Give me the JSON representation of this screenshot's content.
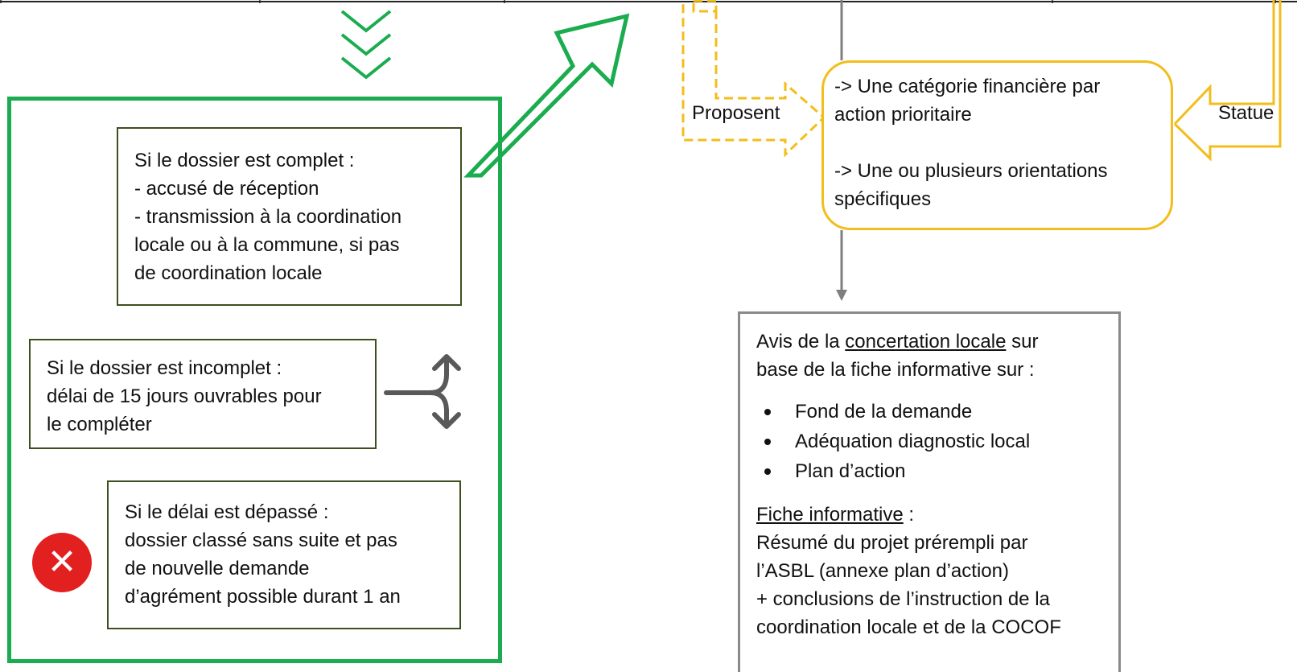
{
  "colors": {
    "green": "#1aac4e",
    "dark_olive_border": "#3d4f1d",
    "yellow": "#f3bd1b",
    "grey": "#8a8a8a",
    "red": "#e32020"
  },
  "left_panel": {
    "complete_box": {
      "lines": [
        "Si le dossier est complet :",
        "- accusé de réception",
        "- transmission à la coordination",
        "locale ou à la commune, si pas",
        "de coordination locale"
      ]
    },
    "incomplete_box": {
      "lines": [
        "Si le dossier est incomplet :",
        "délai de 15 jours ouvrables pour",
        "le compléter"
      ]
    },
    "expired_box": {
      "lines": [
        "Si le délai est dépassé :",
        "dossier classé sans suite et pas",
        "de nouvelle demande",
        "d’agrément possible durant 1 an"
      ]
    },
    "icons": {
      "chevrons": "triple-chevron-down-icon",
      "split_arrow": "split-arrow-icon",
      "reject": "close-circle-icon",
      "reject_glyph": "✕"
    }
  },
  "yellow_box": {
    "line1": "-> Une catégorie financière par",
    "line2": "action prioritaire",
    "line3": "-> Une ou plusieurs orientations",
    "line4": "spécifiques"
  },
  "labels": {
    "proposent": "Proposent",
    "statue": "Statue"
  },
  "concertation_box": {
    "intro_prefix": "Avis de la ",
    "intro_link": "concertation locale",
    "intro_suffix": " sur",
    "intro_line2": "base de la fiche informative sur :",
    "bullets": [
      "Fond de la demande",
      "Adéquation diagnostic local",
      "Plan d’action"
    ],
    "fiche_title": "Fiche informative",
    "fiche_colon": " :",
    "fiche_lines": [
      "Résumé du projet prérempli par",
      "l’ASBL (annexe plan d’action)",
      "+ conclusions de l’instruction de la",
      "coordination locale et de la COCOF"
    ]
  }
}
